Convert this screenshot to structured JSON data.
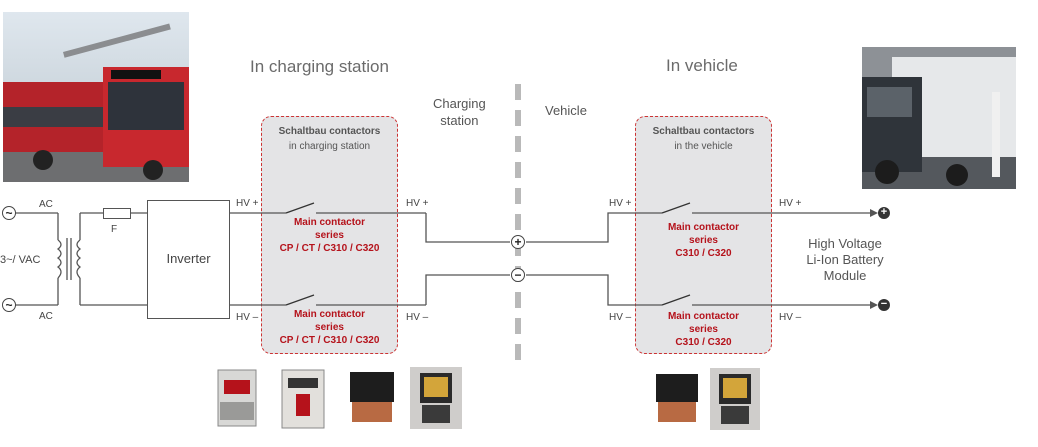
{
  "headers": {
    "charging_station": "In charging station",
    "vehicle": "In vehicle"
  },
  "divider": {
    "left": "Charging\nstation",
    "right": "Vehicle"
  },
  "left_box": {
    "title": "Schaltbau contactors",
    "subtitle": "in charging station",
    "top_contactor": [
      "Main contactor",
      "series",
      "CP / CT / C310 / C320"
    ],
    "bottom_contactor": [
      "Main contactor",
      "series",
      "CP / CT / C310 / C320"
    ]
  },
  "right_box": {
    "title": "Schaltbau contactors",
    "subtitle": "in the vehicle",
    "top_contactor": [
      "Main contactor",
      "series",
      "C310 / C320"
    ],
    "bottom_contactor": [
      "Main contactor",
      "series",
      "C310 / C320"
    ]
  },
  "supply": {
    "ac_top": "AC",
    "ac_bottom": "AC",
    "voltage": "3~/ VAC",
    "fuse": "F"
  },
  "inverter": "Inverter",
  "labels": {
    "hv_plus": "HV +",
    "hv_minus": "HV –"
  },
  "battery": [
    "High Voltage",
    "Li-Ion Battery",
    "Module"
  ],
  "colors": {
    "accent_red": "#b5121b",
    "box_fill": "#e4e4e6",
    "line": "#555555"
  },
  "icons": [
    "plus-terminal-icon",
    "minus-terminal-icon",
    "contactor-switch-icon",
    "fuse-icon",
    "transformer-icon"
  ]
}
